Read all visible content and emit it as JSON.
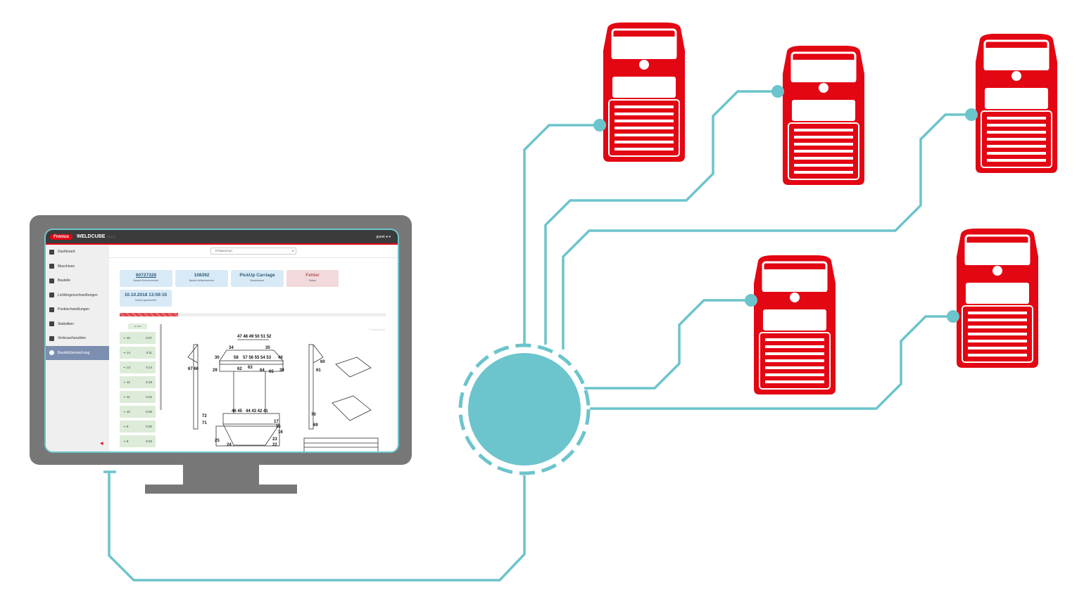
{
  "colors": {
    "hub": "#6cc4cc",
    "machine": "#e30613",
    "monitor": "#777777"
  },
  "app": {
    "brand": "Fronius",
    "title": "WELDCUBE",
    "version": "v1.1.0",
    "user": "guest"
  },
  "sidebar": {
    "items": [
      {
        "label": "Dashboard",
        "icon": "dashboard-icon"
      },
      {
        "label": "Maschinen",
        "icon": "machine-icon"
      },
      {
        "label": "Bauteile",
        "icon": "parts-icon"
      },
      {
        "label": "Lichtbogenschweißungen",
        "icon": "arc-weld-icon"
      },
      {
        "label": "Punktschweißungen",
        "icon": "spot-weld-icon"
      },
      {
        "label": "Statistiken",
        "icon": "chart-icon"
      },
      {
        "label": "Verbrauchszahlen",
        "icon": "pie-icon"
      },
      {
        "label": "Bauteilüberwachung",
        "icon": "search-icon",
        "active": true
      }
    ]
  },
  "main": {
    "machine_select": "TPS5000CMT",
    "cards": [
      {
        "value": "60727328",
        "label": "Bauteil-Seriennummer"
      },
      {
        "value": "108392",
        "label": "Bauteil-Artikelnummer"
      },
      {
        "value": "PickUp Carriage",
        "label": "Bauteilname"
      },
      {
        "value": "Fehler",
        "label": "Status"
      },
      {
        "value": "10.10.2018 13:59:15",
        "label": "Zuletzt geschweißt"
      }
    ],
    "progress_percent": 22,
    "list_header": "Nr.  Zeit",
    "welds": [
      {
        "n": "15",
        "t": "0:07"
      },
      {
        "n": "14",
        "t": "0:11"
      },
      {
        "n": "13",
        "t": "0:14"
      },
      {
        "n": "12",
        "t": "0:18"
      },
      {
        "n": "11",
        "t": "0:22"
      },
      {
        "n": "10",
        "t": "0:26"
      },
      {
        "n": "9",
        "t": "0:30"
      },
      {
        "n": "8",
        "t": "0:33"
      }
    ],
    "drawing_watermark": "Prüfprotokoll",
    "drawing_labels": [
      "47 48 49 50 51 52",
      "34",
      "35",
      "30",
      "40",
      "58",
      "57 56 55 54 53",
      "67 66",
      "62",
      "63",
      "64",
      "65",
      "29",
      "39",
      "60",
      "61",
      "46 45",
      "44 43 42 41",
      "72",
      "71",
      "70",
      "25",
      "24",
      "23",
      "22",
      "15",
      "16",
      "17",
      "69"
    ]
  }
}
